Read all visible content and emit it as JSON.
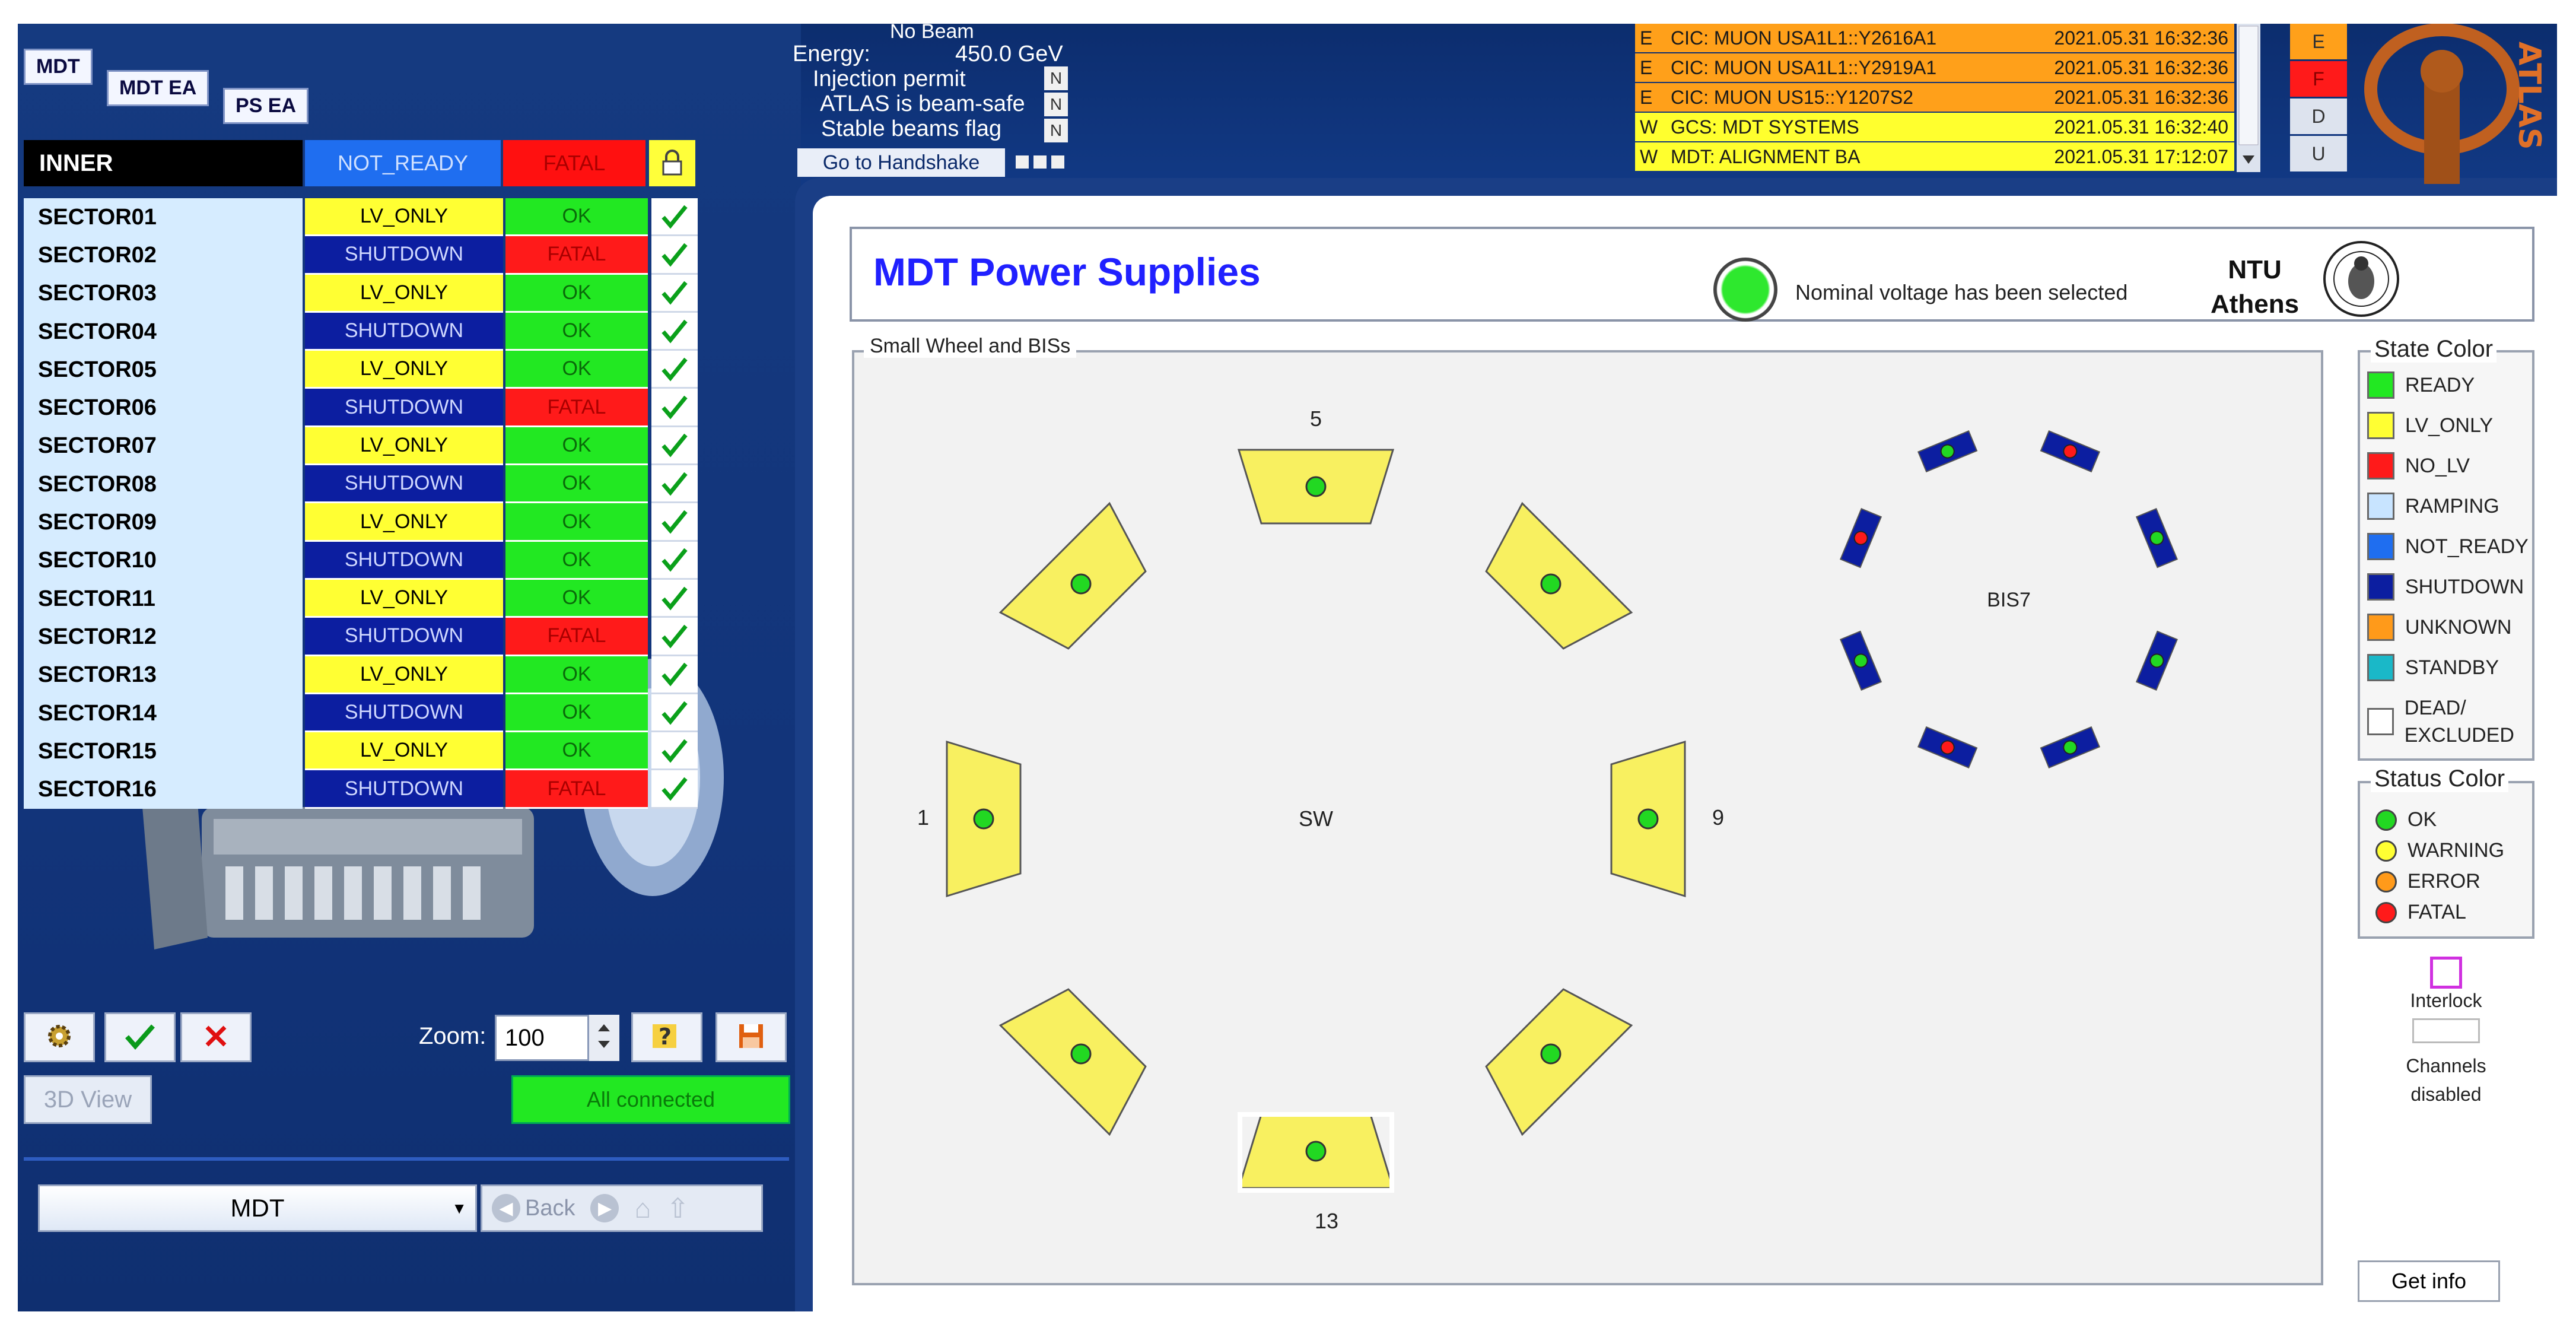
{
  "tabs": [
    "MDT",
    "MDT EA",
    "PS EA"
  ],
  "table": {
    "header": {
      "name": "INNER",
      "state": "NOT_READY",
      "status": "FATAL"
    },
    "rows": [
      {
        "name": "SECTOR01",
        "state": "LV_ONLY",
        "status": "OK"
      },
      {
        "name": "SECTOR02",
        "state": "SHUTDOWN",
        "status": "FATAL"
      },
      {
        "name": "SECTOR03",
        "state": "LV_ONLY",
        "status": "OK"
      },
      {
        "name": "SECTOR04",
        "state": "SHUTDOWN",
        "status": "OK"
      },
      {
        "name": "SECTOR05",
        "state": "LV_ONLY",
        "status": "OK"
      },
      {
        "name": "SECTOR06",
        "state": "SHUTDOWN",
        "status": "FATAL"
      },
      {
        "name": "SECTOR07",
        "state": "LV_ONLY",
        "status": "OK"
      },
      {
        "name": "SECTOR08",
        "state": "SHUTDOWN",
        "status": "OK"
      },
      {
        "name": "SECTOR09",
        "state": "LV_ONLY",
        "status": "OK"
      },
      {
        "name": "SECTOR10",
        "state": "SHUTDOWN",
        "status": "OK"
      },
      {
        "name": "SECTOR11",
        "state": "LV_ONLY",
        "status": "OK"
      },
      {
        "name": "SECTOR12",
        "state": "SHUTDOWN",
        "status": "FATAL"
      },
      {
        "name": "SECTOR13",
        "state": "LV_ONLY",
        "status": "OK"
      },
      {
        "name": "SECTOR14",
        "state": "SHUTDOWN",
        "status": "OK"
      },
      {
        "name": "SECTOR15",
        "state": "LV_ONLY",
        "status": "OK"
      },
      {
        "name": "SECTOR16",
        "state": "SHUTDOWN",
        "status": "FATAL"
      }
    ]
  },
  "toolbar": {
    "zoom_label": "Zoom:",
    "zoom_value": "100",
    "view3d_label": "3D View",
    "connection_status": "All connected"
  },
  "nav": {
    "selected": "MDT",
    "back_label": "Back"
  },
  "beam": {
    "no_beam": "No Beam",
    "energy_label": "Energy:",
    "energy_value": "450.0 GeV",
    "flags": [
      {
        "label": "Injection permit",
        "value": "N"
      },
      {
        "label": "ATLAS is beam-safe",
        "value": "N"
      },
      {
        "label": "Stable beams flag",
        "value": "N"
      }
    ],
    "handshake_label": "Go to Handshake"
  },
  "alerts": [
    {
      "sev": "E",
      "text": "CIC: MUON USA1L1::Y2616A1",
      "time": "2021.05.31 16:32:36",
      "color": "#ffa01a"
    },
    {
      "sev": "E",
      "text": "CIC: MUON USA1L1::Y2919A1",
      "time": "2021.05.31 16:32:36",
      "color": "#ffa01a"
    },
    {
      "sev": "E",
      "text": "CIC: MUON US15::Y1207S2",
      "time": "2021.05.31 16:32:36",
      "color": "#ffa01a"
    },
    {
      "sev": "W",
      "text": "GCS: MDT SYSTEMS",
      "time": "2021.05.31 16:32:40",
      "color": "#ffff2e"
    },
    {
      "sev": "W",
      "text": "MDT: ALIGNMENT BA",
      "time": "2021.05.31 17:12:07",
      "color": "#ffff2e"
    }
  ],
  "efdu": [
    "E",
    "F",
    "D",
    "U"
  ],
  "logo_text": "ATLAS",
  "main": {
    "title": "MDT Power Supplies",
    "nominal_text": "Nominal voltage has been selected",
    "institute_line1": "NTU",
    "institute_line2": "Athens",
    "group_label": "Small Wheel and BISs",
    "sw_label": "SW",
    "bis_label": "BIS7",
    "sector_labels": [
      "5",
      "1",
      "9",
      "13"
    ]
  },
  "legend": {
    "state_title": "State Color",
    "states": [
      {
        "label": "READY",
        "color": "#22e822"
      },
      {
        "label": "LV_ONLY",
        "color": "#ffff33"
      },
      {
        "label": "NO_LV",
        "color": "#ff1a1a"
      },
      {
        "label": "RAMPING",
        "color": "#c8e4ff"
      },
      {
        "label": "NOT_READY",
        "color": "#1f6ef0"
      },
      {
        "label": "SHUTDOWN",
        "color": "#0c1ea0"
      },
      {
        "label": "UNKNOWN",
        "color": "#ff9a1a"
      },
      {
        "label": "STANDBY",
        "color": "#1ab8c8"
      },
      {
        "label": "DEAD/ EXCLUDED",
        "color": "#ffffff"
      }
    ],
    "status_title": "Status Color",
    "statuses": [
      {
        "label": "OK",
        "color": "#22d822"
      },
      {
        "label": "WARNING",
        "color": "#ffff33"
      },
      {
        "label": "ERROR",
        "color": "#ff9a1a"
      },
      {
        "label": "FATAL",
        "color": "#ff1a1a"
      }
    ],
    "interlock_label": "Interlock",
    "channels_label_1": "Channels",
    "channels_label_2": "disabled",
    "getinfo_label": "Get info"
  }
}
